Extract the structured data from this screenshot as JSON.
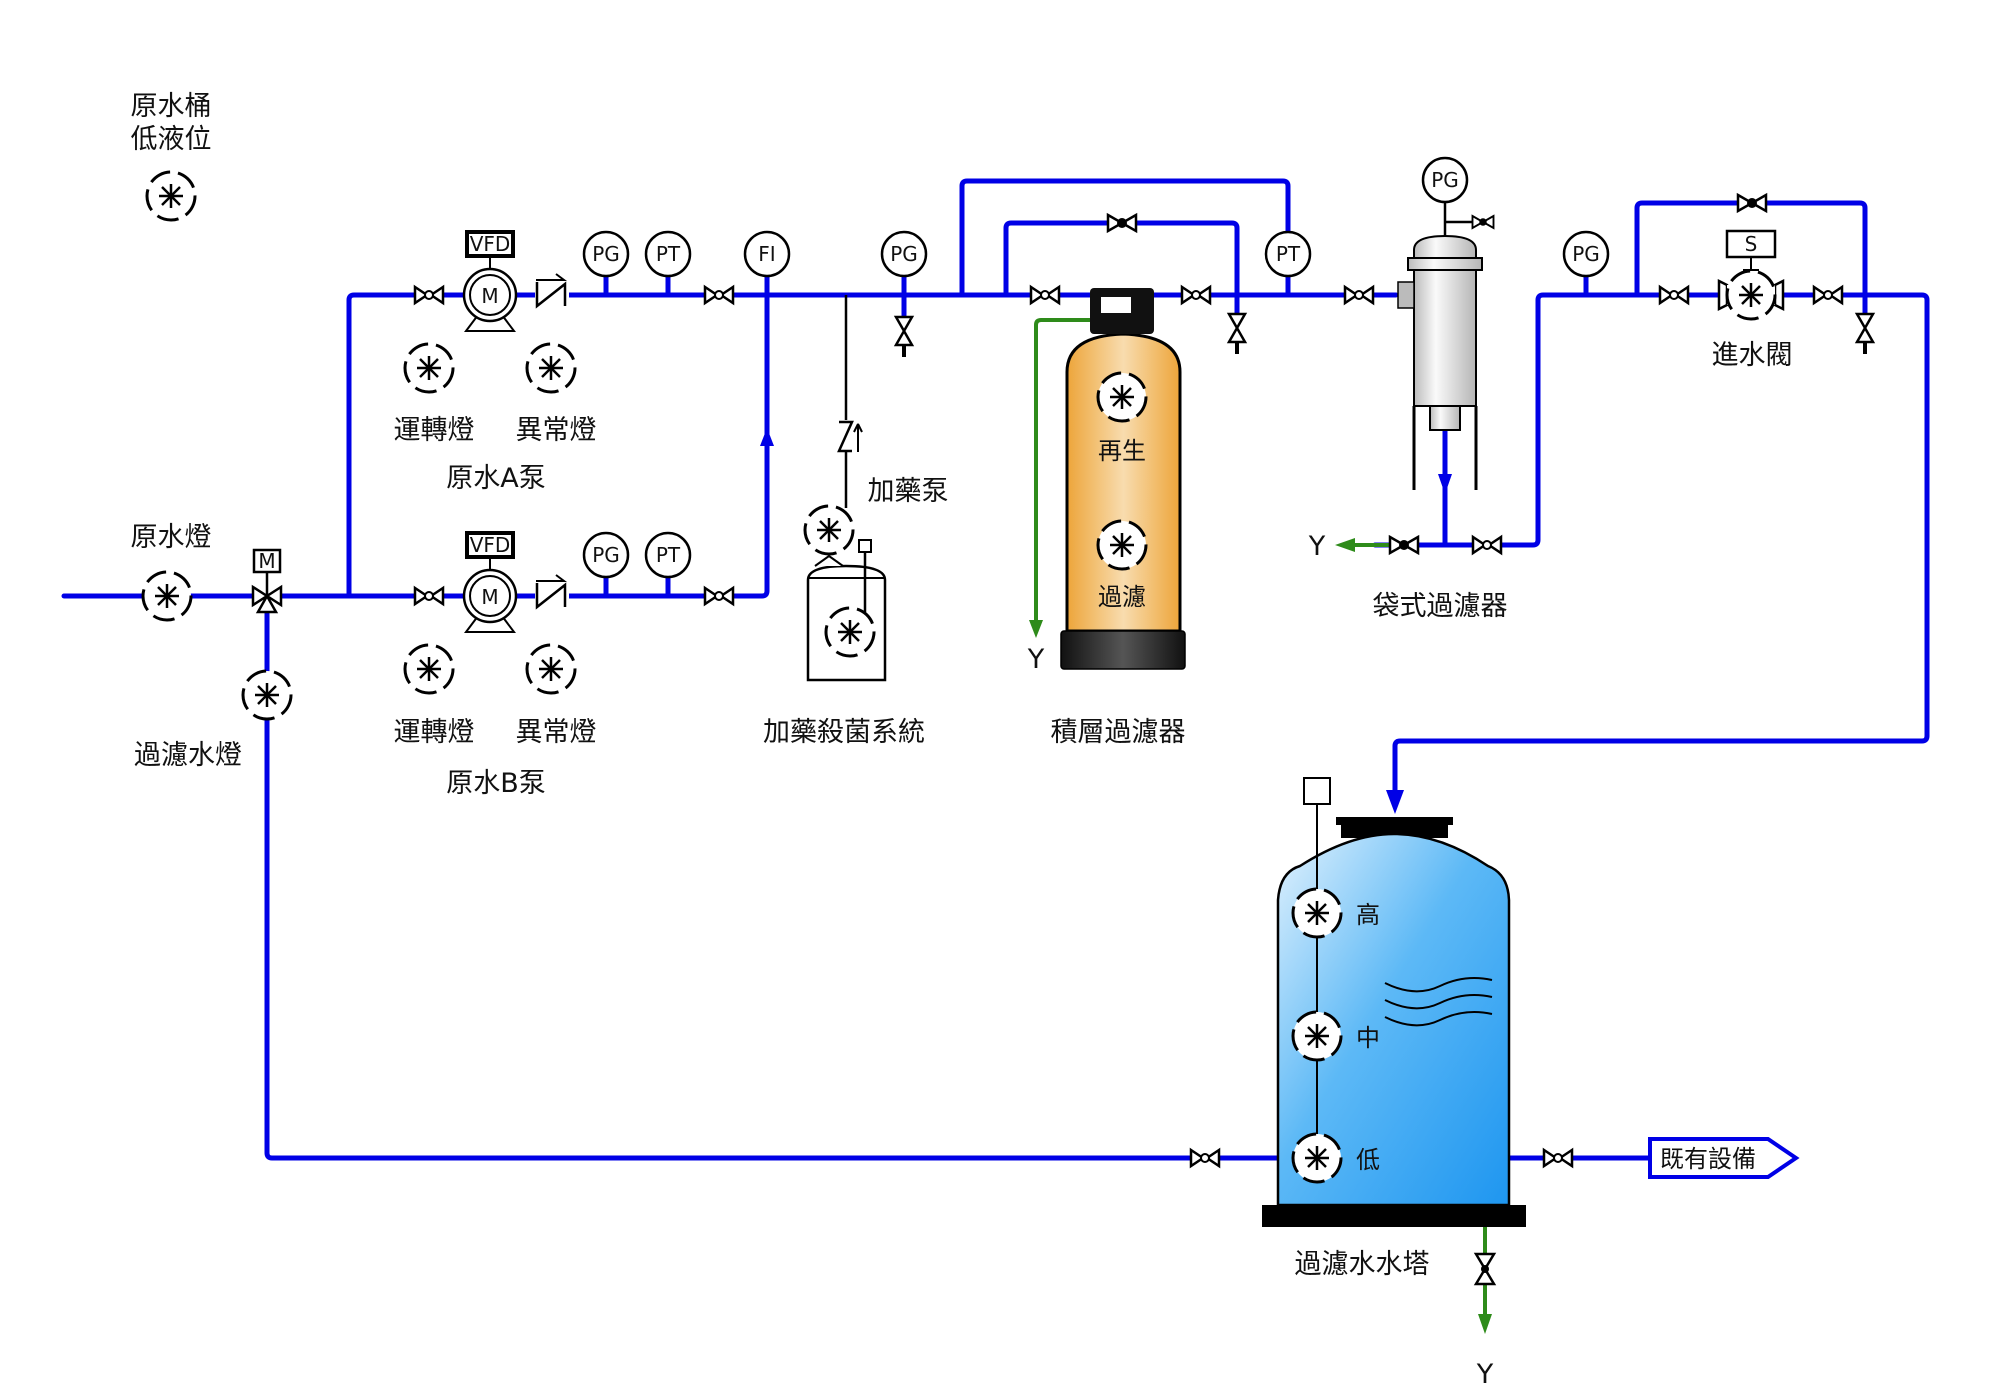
{
  "colors": {
    "water_pipe": "#0000e6",
    "drain_pipe": "#2e8b1a",
    "softener_tank": "#f0a83a",
    "softener_tank_light": "#f8dcae",
    "water_tower": "#2fa3f3",
    "water_tower_light": "#d8eefc",
    "bag_filter": "#e6e6e6"
  },
  "labels": {
    "raw_tank_low_level_line1": "原水桶",
    "raw_tank_low_level_line2": "低液位",
    "raw_water_light": "原水燈",
    "filtered_water_light": "過濾水燈",
    "pump_a_run_light": "運轉燈",
    "pump_a_fault_light": "異常燈",
    "pump_a": "原水A泵",
    "pump_b_run_light": "運轉燈",
    "pump_b_fault_light": "異常燈",
    "pump_b": "原水B泵",
    "dosing_pump": "加藥泵",
    "dosing_system": "加藥殺菌系統",
    "softener_regen": "再生",
    "softener_filter": "過濾",
    "multimedia_filter": "積層過濾器",
    "bag_filter": "袋式過濾器",
    "inlet_valve": "進水閥",
    "tower_high": "高",
    "tower_mid": "中",
    "tower_low": "低",
    "water_tower": "過濾水水塔",
    "existing_equipment": "既有設備",
    "drain_y1": "Y",
    "drain_y2": "Y",
    "drain_y3": "Y"
  },
  "instruments": {
    "vfd_a": "VFD",
    "vfd_b": "VFD",
    "motor_a": "M",
    "motor_b": "M",
    "three_way_actuator": "M",
    "pg_a": "PG",
    "pt_a": "PT",
    "fi": "FI",
    "pg_b": "PG",
    "pt_b": "PT",
    "pg_main": "PG",
    "pt_softener": "PT",
    "pg_bag_filter": "PG",
    "pg_inlet": "PG",
    "solenoid": "S"
  }
}
